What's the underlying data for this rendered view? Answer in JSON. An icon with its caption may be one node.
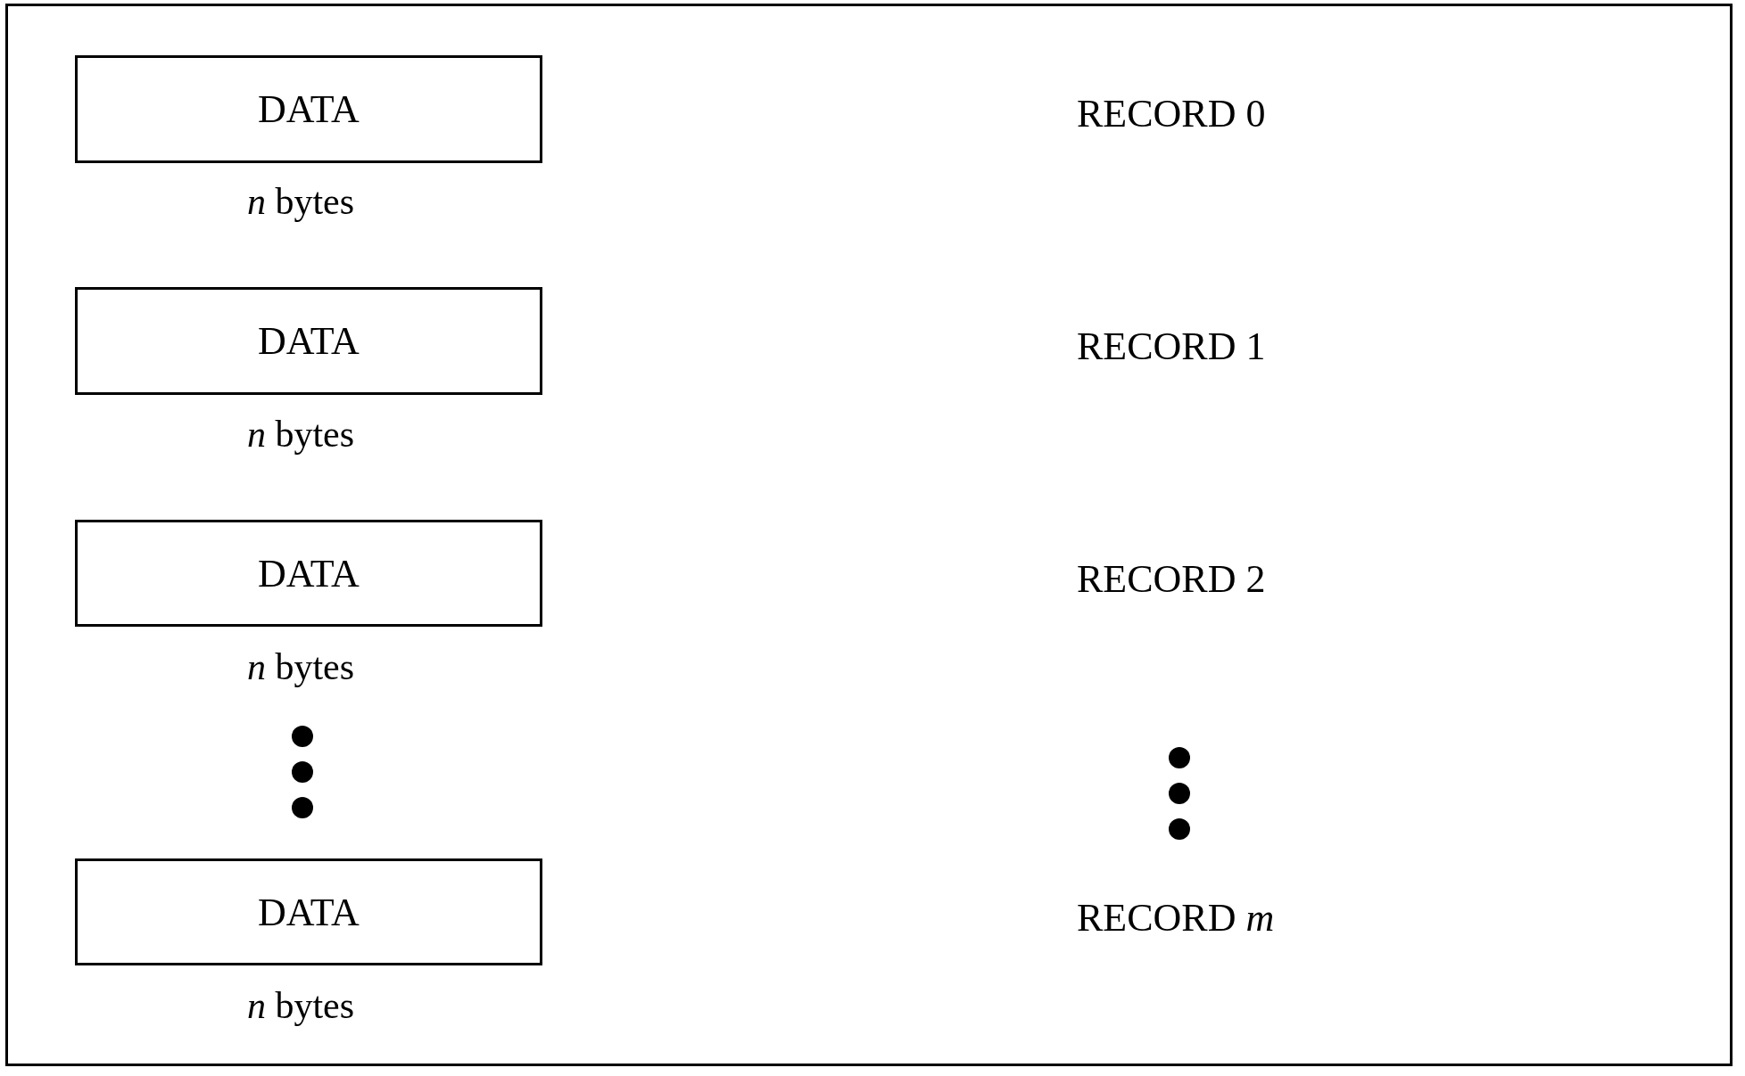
{
  "diagram": {
    "nodes": [
      {
        "text": [
          "DATA"
        ],
        "beside": [
          "*n* bytes"
        ]
      },
      {
        "text": [
          "DATA"
        ],
        "beside": [
          "*n* bytes"
        ]
      },
      {
        "text": [
          "DATA"
        ],
        "beside": [
          "*n* bytes"
        ]
      },
      {
        "text": [
          "DATA"
        ],
        "beside": [
          "*n* bytes"
        ]
      }
    ],
    "edges": [],
    "labels": [
      "RECORD 0",
      "RECORD 1",
      "RECORD 2",
      "RECORD *m*"
    ]
  }
}
